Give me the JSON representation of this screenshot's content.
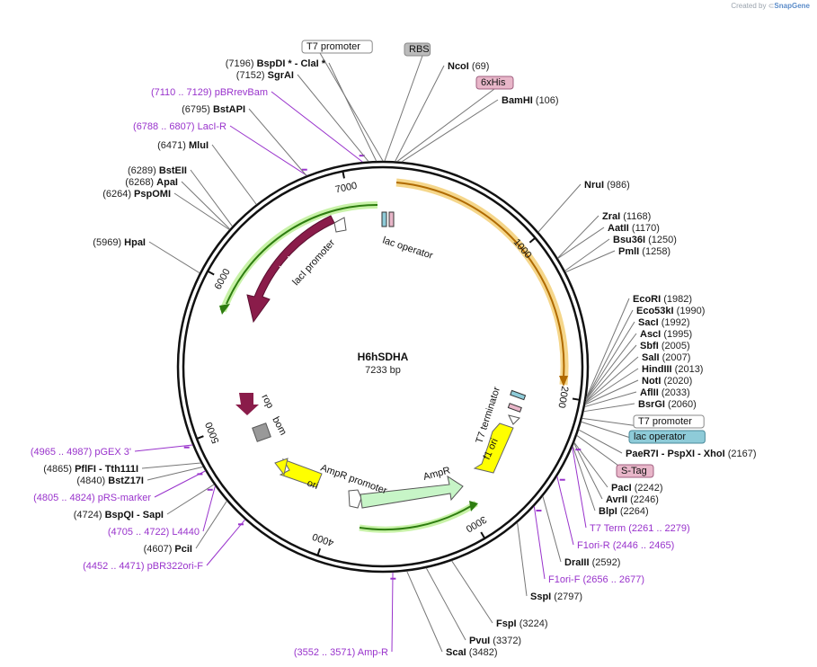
{
  "credit": {
    "prefix": "Created by",
    "brand": "SnapGene"
  },
  "plasmid": {
    "name": "H6hSDHA",
    "size_label": "7233 bp",
    "length": 7233
  },
  "ticks": [
    {
      "pos": 1000,
      "label": "1000"
    },
    {
      "pos": 2000,
      "label": "2000"
    },
    {
      "pos": 3000,
      "label": "3000"
    },
    {
      "pos": 4000,
      "label": "4000"
    },
    {
      "pos": 5000,
      "label": "5000"
    },
    {
      "pos": 6000,
      "label": "6000"
    },
    {
      "pos": 7000,
      "label": "7000"
    }
  ],
  "site_labels": [
    {
      "id": "t7-promoter-top",
      "type": "boxed",
      "text": "T7 promoter",
      "fill": "#ffffff",
      "stroke": "#888888",
      "pos": 7233
    },
    {
      "id": "rbs",
      "type": "boxed",
      "text": "RBS",
      "fill": "#bbbbbb",
      "stroke": "#888888",
      "pos": 10
    },
    {
      "id": "ncoi",
      "type": "enzyme",
      "name": "NcoI",
      "num": "(69)",
      "pos": 69
    },
    {
      "id": "6xhis",
      "type": "boxed",
      "text": "6xHis",
      "fill": "#e8b6c9",
      "stroke": "#a06080",
      "pos": 80
    },
    {
      "id": "bamhi",
      "type": "enzyme",
      "name": "BamHI",
      "num": "(106)",
      "pos": 106
    },
    {
      "id": "nrui",
      "type": "enzyme",
      "name": "NruI",
      "num": "(986)",
      "pos": 986
    },
    {
      "id": "zrai",
      "type": "enzyme",
      "name": "ZraI",
      "num": "(1168)",
      "pos": 1168
    },
    {
      "id": "aatii",
      "type": "enzyme",
      "name": "AatII",
      "num": "(1170)",
      "pos": 1170
    },
    {
      "id": "bsu36i",
      "type": "enzyme",
      "name": "Bsu36I",
      "num": "(1250)",
      "pos": 1250
    },
    {
      "id": "pmli",
      "type": "enzyme",
      "name": "PmlI",
      "num": "(1258)",
      "pos": 1258
    },
    {
      "id": "ecori",
      "type": "enzyme",
      "name": "EcoRI",
      "num": "(1982)",
      "pos": 1982
    },
    {
      "id": "eco53ki",
      "type": "enzyme",
      "name": "Eco53kI",
      "num": "(1990)",
      "pos": 1990
    },
    {
      "id": "saci",
      "type": "enzyme",
      "name": "SacI",
      "num": "(1992)",
      "pos": 1992
    },
    {
      "id": "asci",
      "type": "enzyme",
      "name": "AscI",
      "num": "(1995)",
      "pos": 1995
    },
    {
      "id": "sbfi",
      "type": "enzyme",
      "name": "SbfI",
      "num": "(2005)",
      "pos": 2005
    },
    {
      "id": "sali",
      "type": "enzyme",
      "name": "SalI",
      "num": "(2007)",
      "pos": 2007
    },
    {
      "id": "hindiii",
      "type": "enzyme",
      "name": "HindIII",
      "num": "(2013)",
      "pos": 2013
    },
    {
      "id": "noti",
      "type": "enzyme",
      "name": "NotI",
      "num": "(2020)",
      "pos": 2020
    },
    {
      "id": "afliii",
      "type": "enzyme",
      "name": "AflII",
      "num": "(2033)",
      "pos": 2033
    },
    {
      "id": "bsrgi",
      "type": "enzyme",
      "name": "BsrGI",
      "num": "(2060)",
      "pos": 2060
    },
    {
      "id": "t7-promoter-right",
      "type": "boxed",
      "text": "T7 promoter",
      "fill": "#ffffff",
      "stroke": "#888888",
      "pos": 2100
    },
    {
      "id": "lac-operator-right",
      "type": "boxed",
      "text": "lac operator",
      "fill": "#8ecbd8",
      "stroke": "#4a8a9a",
      "pos": 2120
    },
    {
      "id": "pae-r7i",
      "type": "enzyme",
      "name": "PaeR7I  - PspXI  - XhoI",
      "num": "(2167)",
      "pos": 2167
    },
    {
      "id": "s-tag",
      "type": "boxed",
      "text": "S-Tag",
      "fill": "#e8b6c9",
      "stroke": "#a06080",
      "pos": 2200
    },
    {
      "id": "paci",
      "type": "enzyme",
      "name": "PacI",
      "num": "(2242)",
      "pos": 2242
    },
    {
      "id": "avrii",
      "type": "enzyme",
      "name": "AvrII",
      "num": "(2246)",
      "pos": 2246
    },
    {
      "id": "blpi",
      "type": "enzyme",
      "name": "BlpI",
      "num": "(2264)",
      "pos": 2264
    },
    {
      "id": "t7-term-primer",
      "type": "primer",
      "text": "T7 Term",
      "num": "(2261 .. 2279)",
      "pos": 2270
    },
    {
      "id": "f1ori-r",
      "type": "primer",
      "text": "F1ori-R",
      "num": "(2446 .. 2465)",
      "pos": 2455
    },
    {
      "id": "draiii",
      "type": "enzyme",
      "name": "DraIII",
      "num": "(2592)",
      "pos": 2592
    },
    {
      "id": "f1ori-f",
      "type": "primer",
      "text": "F1ori-F",
      "num": "(2656 .. 2677)",
      "pos": 2666
    },
    {
      "id": "sspi",
      "type": "enzyme",
      "name": "SspI",
      "num": "(2797)",
      "pos": 2797
    },
    {
      "id": "fspi",
      "type": "enzyme",
      "name": "FspI",
      "num": "(3224)",
      "pos": 3224
    },
    {
      "id": "pvui",
      "type": "enzyme",
      "name": "PvuI",
      "num": "(3372)",
      "pos": 3372
    },
    {
      "id": "scai",
      "type": "enzyme",
      "name": "ScaI",
      "num": "(3482)",
      "pos": 3482
    },
    {
      "id": "amp-r-primer",
      "type": "primer",
      "text": "Amp-R",
      "num": "(3552 .. 3571)",
      "pos": 3561
    },
    {
      "id": "pbr322ori-f",
      "type": "primer",
      "text": "pBR322ori-F",
      "num": "(4452 .. 4471)",
      "pos": 4461
    },
    {
      "id": "pcii",
      "type": "enzyme",
      "name": "PciI",
      "num": "(4607)",
      "pos": 4607
    },
    {
      "id": "l4440",
      "type": "primer",
      "text": "L4440",
      "num": "(4705 .. 4722)",
      "pos": 4713
    },
    {
      "id": "bspqi",
      "type": "enzyme",
      "name": "BspQI  - SapI",
      "num": "(4724)",
      "pos": 4724
    },
    {
      "id": "prs-marker",
      "type": "primer",
      "text": "pRS-marker",
      "num": "(4805 .. 4824)",
      "pos": 4814
    },
    {
      "id": "bstz17i",
      "type": "enzyme",
      "name": "BstZ17I",
      "num": "(4840)",
      "pos": 4840
    },
    {
      "id": "pflfi",
      "type": "enzyme",
      "name": "PflFI  - Tth111I",
      "num": "(4865)",
      "pos": 4865
    },
    {
      "id": "pgex3",
      "type": "primer",
      "text": "pGEX 3'",
      "num": "(4965 .. 4987)",
      "pos": 4976
    },
    {
      "id": "hpai",
      "type": "enzyme",
      "name": "HpaI",
      "num": "(5969)",
      "pos": 5969
    },
    {
      "id": "pspomi",
      "type": "enzyme",
      "name": "PspOMI",
      "num": "(6264)",
      "pos": 6264
    },
    {
      "id": "apai",
      "type": "enzyme",
      "name": "ApaI",
      "num": "(6268)",
      "pos": 6268
    },
    {
      "id": "bsteii",
      "type": "enzyme",
      "name": "BstEII",
      "num": "(6289)",
      "pos": 6289
    },
    {
      "id": "mlui",
      "type": "enzyme",
      "name": "MluI",
      "num": "(6471)",
      "pos": 6471
    },
    {
      "id": "laci-r",
      "type": "primer",
      "text": "LacI-R",
      "num": "(6788 .. 6807)",
      "pos": 6797
    },
    {
      "id": "bstapi",
      "type": "enzyme",
      "name": "BstAPI",
      "num": "(6795)",
      "pos": 6795
    },
    {
      "id": "pbrrevbam",
      "type": "primer",
      "text": "pBRrevBam",
      "num": "(7110 .. 7129)",
      "pos": 7119
    },
    {
      "id": "sgrai",
      "type": "enzyme",
      "name": "SgrAI",
      "num": "(7152)",
      "pos": 7152
    },
    {
      "id": "bspdi",
      "type": "enzyme",
      "name": "BspDI *  - ClaI *",
      "num": "(7196)",
      "pos": 7196
    }
  ],
  "features": [
    {
      "id": "lac-operator-label",
      "text": "lac operator"
    },
    {
      "id": "laci-label",
      "text": "lacI"
    },
    {
      "id": "laci-promoter-label",
      "text": "lacI promoter"
    },
    {
      "id": "rop-label",
      "text": "rop"
    },
    {
      "id": "bom-label",
      "text": "bom"
    },
    {
      "id": "ori-label",
      "text": "ori"
    },
    {
      "id": "ampr-promoter-label",
      "text": "AmpR promoter"
    },
    {
      "id": "ampr-label",
      "text": "AmpR"
    },
    {
      "id": "t7-terminator-label",
      "text": "T7 terminator"
    },
    {
      "id": "f1-ori-label",
      "text": "f1 ori"
    }
  ],
  "colors": {
    "backbone": "#111111",
    "cds_orange": "#f5a623",
    "laci": "#8a1c4a",
    "green_arrow": "#2e7d10",
    "yellow": "#ffff00",
    "ampr": "#c7f5c7",
    "primer": "#9933cc"
  }
}
